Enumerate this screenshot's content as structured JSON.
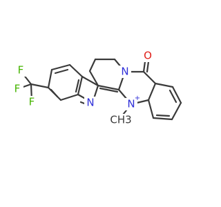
{
  "structure": {
    "atoms": [
      {
        "id": "F1",
        "symbol": "F"
      },
      {
        "id": "F2",
        "symbol": "F"
      },
      {
        "id": "F3",
        "symbol": "F"
      },
      {
        "id": "N_indole",
        "symbol": "N"
      },
      {
        "id": "N_plus",
        "symbol": "N",
        "charge": "+"
      },
      {
        "id": "N_amide",
        "symbol": "N"
      },
      {
        "id": "O",
        "symbol": "O"
      },
      {
        "id": "CH3",
        "symbol": "CH3"
      }
    ],
    "colors": {
      "bond": "#3a3a3a",
      "nitrogen": "#2f2fd8",
      "oxygen": "#e0201a",
      "fluorine": "#45b400",
      "background": "#ffffff"
    }
  }
}
